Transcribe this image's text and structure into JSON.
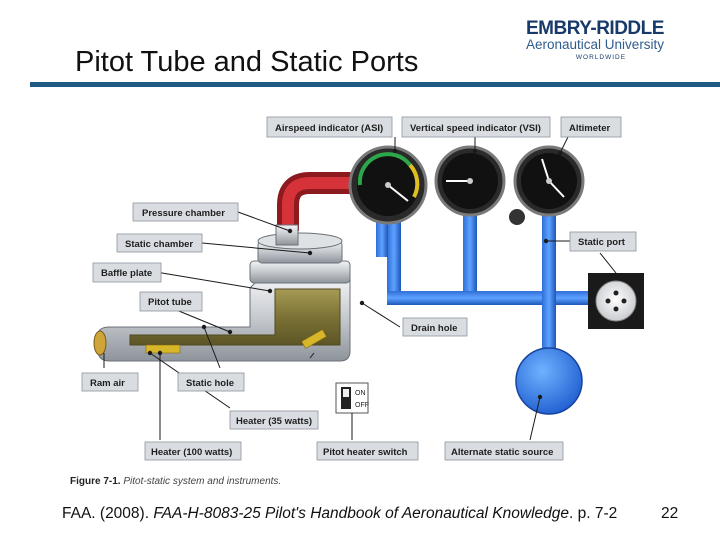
{
  "slide": {
    "title": "Pitot Tube and Static Ports",
    "page_number": "22"
  },
  "logo": {
    "name": "EMBRY-RIDDLE",
    "subtitle": "Aeronautical University",
    "campus": "WORLDWIDE"
  },
  "figure": {
    "caption_number": "Figure 7-1.",
    "caption_text": "Pitot-static system and instruments.",
    "labels": {
      "asi": "Airspeed indicator (ASI)",
      "vsi": "Vertical speed indicator (VSI)",
      "altimeter": "Altimeter",
      "pressure_chamber": "Pressure chamber",
      "static_chamber": "Static chamber",
      "static_port": "Static port",
      "baffle_plate": "Baffle plate",
      "pitot_tube": "Pitot tube",
      "drain_hole": "Drain hole",
      "ram_air": "Ram air",
      "static_hole": "Static hole",
      "heater_35": "Heater (35 watts)",
      "heater_100": "Heater (100 watts)",
      "pitot_heater_switch": "Pitot heater switch",
      "alternate_static_source": "Alternate static source"
    },
    "switch": {
      "on": "ON",
      "off": "OFF"
    }
  },
  "footer": {
    "citation_prefix": "FAA. (2008). ",
    "citation_title": "FAA-H-8083-25 Pilot's Handbook of Aeronautical Knowledge",
    "citation_suffix": ". p. 7-2"
  }
}
